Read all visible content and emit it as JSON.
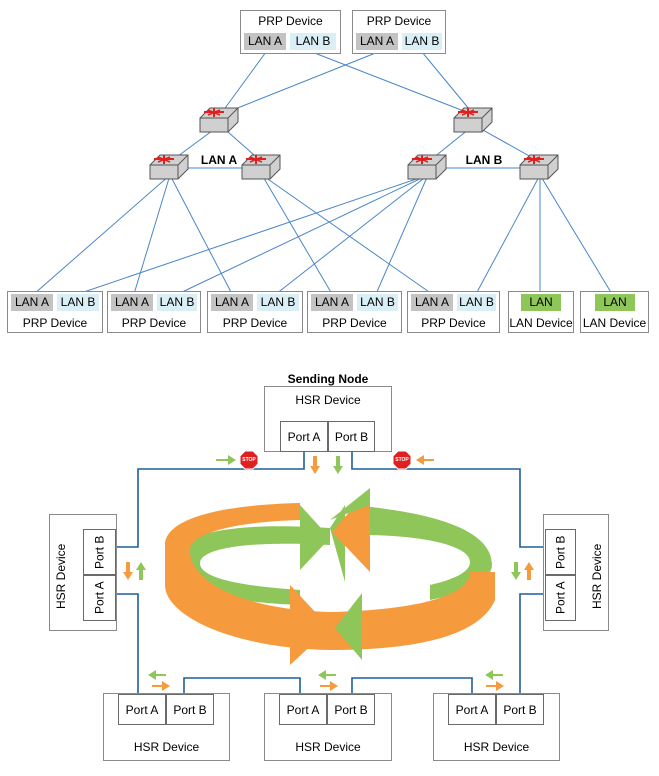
{
  "prp": {
    "device_label": "PRP Device",
    "lan_a": "LAN A",
    "lan_b": "LAN B",
    "switch_label_a": "LAN A",
    "switch_label_b": "LAN B",
    "lan_device_label": "LAN Device",
    "lan": "LAN"
  },
  "hsr": {
    "title": "Sending Node",
    "device_label": "HSR Device",
    "port_a": "Port A",
    "port_b": "Port B",
    "stop": "STOP"
  },
  "colors": {
    "link": "#4a86c8",
    "ring_line": "#1f5f9a",
    "orange": "#f59a3d",
    "green": "#8fc65a",
    "lan_a_fill": "#c3c3c3",
    "lan_b_fill": "#daeef6",
    "stop_red": "#e02020"
  }
}
